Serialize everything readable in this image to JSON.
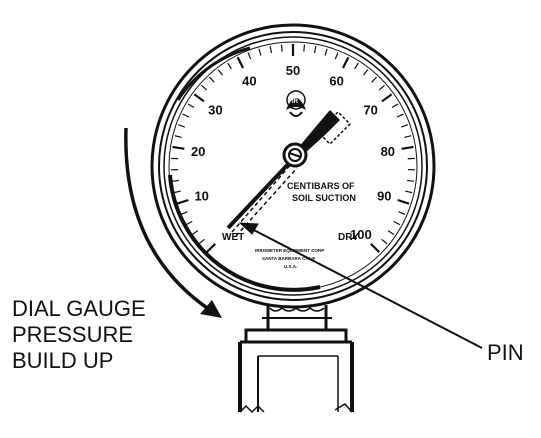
{
  "diagram": {
    "labels": {
      "dial_gauge_lines": [
        "DIAL GAUGE",
        "PRESSURE",
        "BUILD UP"
      ],
      "pin": "PIN"
    },
    "dial": {
      "scale_numbers": [
        "10",
        "20",
        "30",
        "40",
        "50",
        "60",
        "70",
        "80",
        "90",
        "100"
      ],
      "wet_label": "WET",
      "dry_label": "DRY",
      "face_text_lines": [
        "CENTIBARS OF",
        "SOIL SUCTION"
      ],
      "maker_lines": [
        "IRROMETER EQUIPMENT CORP",
        "SANTA BARBARA CALIF",
        "U.S.A."
      ]
    },
    "colors": {
      "ink": "#111111",
      "paper": "#ffffff"
    }
  }
}
